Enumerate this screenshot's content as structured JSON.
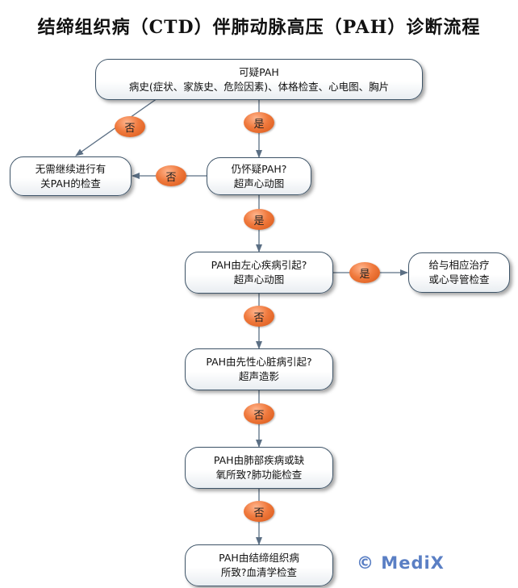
{
  "title": "结缔组织病（CTD）伴肺动脉高压（PAH）诊断流程",
  "nodes": {
    "suspect": {
      "line1": "可疑PAH",
      "line2": "病史(症状、家族史、危险因素)、体格检查、心电图、胸片"
    },
    "no_further": {
      "line1": "无需继续进行有",
      "line2": "关PAH的检查"
    },
    "still_suspect": {
      "line1": "仍怀疑PAH?",
      "line2": "超声心动图"
    },
    "left_heart": {
      "line1": "PAH由左心疾病引起?",
      "line2": "超声心动图"
    },
    "treatment": {
      "line1": "给与相应治疗",
      "line2": "或心导管检查"
    },
    "congenital": {
      "line1": "PAH由先性心脏病引起?",
      "line2": "超声造影"
    },
    "lung": {
      "line1": "PAH由肺部疾病或缺",
      "line2": "氧所致?肺功能检查"
    },
    "ctd": {
      "line1": "PAH由结缔组织病",
      "line2": "所致?血清学检查"
    }
  },
  "badges": {
    "b1": "否",
    "b2": "是",
    "b3": "否",
    "b4": "是",
    "b5": "是",
    "b6": "否",
    "b7": "否",
    "b8": "否"
  },
  "watermark": "© MediX",
  "colors": {
    "edge": "#5b6f84",
    "badge": "#f07a3e",
    "node_border": "#3e5468"
  }
}
